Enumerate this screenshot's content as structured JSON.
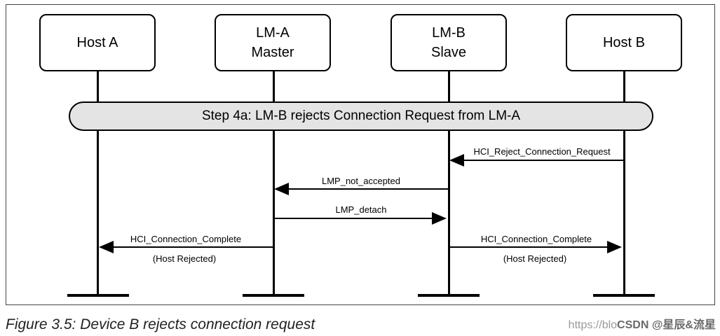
{
  "diagram": {
    "participants": [
      {
        "id": "host-a",
        "lines": [
          "Host A"
        ]
      },
      {
        "id": "lm-a",
        "lines": [
          "LM-A",
          "Master"
        ]
      },
      {
        "id": "lm-b",
        "lines": [
          "LM-B",
          "Slave"
        ]
      },
      {
        "id": "host-b",
        "lines": [
          "Host B"
        ]
      }
    ],
    "step": "Step 4a: LM-B rejects Connection Request from LM-A",
    "messages": [
      {
        "label": "HCI_Reject_Connection_Request",
        "from": "host-b",
        "to": "lm-b",
        "note": ""
      },
      {
        "label": "LMP_not_accepted",
        "from": "lm-b",
        "to": "lm-a",
        "note": ""
      },
      {
        "label": "LMP_detach",
        "from": "lm-a",
        "to": "lm-b",
        "note": ""
      },
      {
        "label": "HCI_Connection_Complete",
        "from": "lm-a",
        "to": "host-a",
        "note": "(Host Rejected)"
      },
      {
        "label": "HCI_Connection_Complete",
        "from": "lm-b",
        "to": "host-b",
        "note": "(Host Rejected)"
      }
    ]
  },
  "caption": "Figure 3.5:  Device B rejects connection request",
  "watermark": {
    "url_text": "https://blo",
    "brand": "CSDN @星辰&流星"
  }
}
